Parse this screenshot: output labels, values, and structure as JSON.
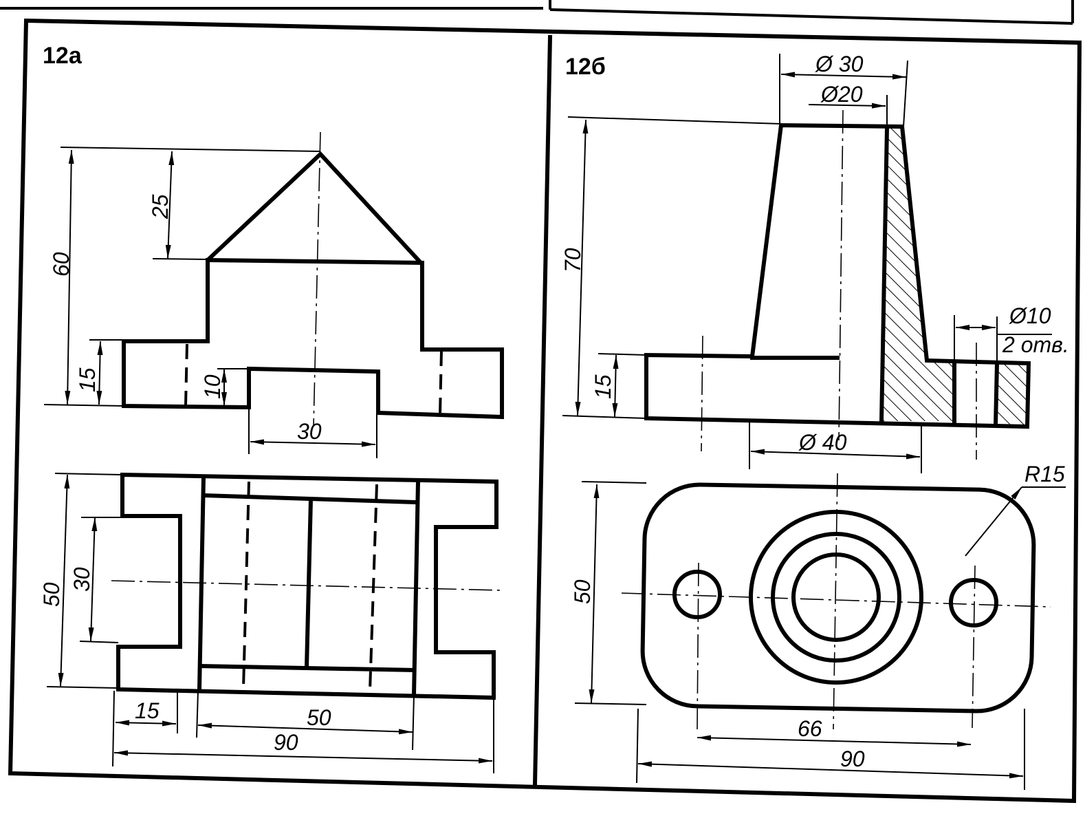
{
  "panel_a": {
    "label": "12a",
    "dims": {
      "h60": "60",
      "h25": "25",
      "h15": "15",
      "h10": "10",
      "w30": "30",
      "h50": "50",
      "h30": "30",
      "w15": "15",
      "w50": "50",
      "w90": "90"
    }
  },
  "panel_b": {
    "label": "12б",
    "dims": {
      "d30": "Ø 30",
      "d20": "Ø20",
      "h70": "70",
      "h15": "15",
      "d10": "Ø10",
      "holes": "2 отв.",
      "d40": "Ø 40",
      "r15": "R15",
      "h50": "50",
      "w66": "66",
      "w90": "90"
    }
  }
}
